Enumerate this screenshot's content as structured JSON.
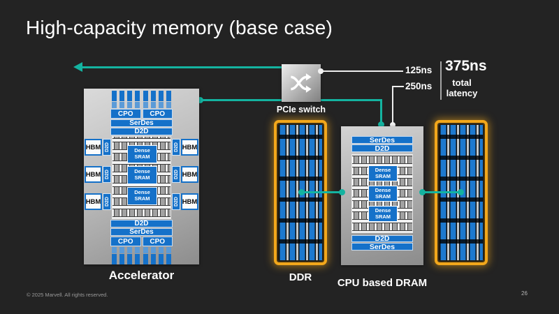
{
  "slide": {
    "title": "High-capacity memory (base case)",
    "footer": "© 2025 Marvell. All rights reserved.",
    "page_number": "26"
  },
  "colors": {
    "background": "#232323",
    "block_blue": "#1571C9",
    "accent_teal": "#14B3A0",
    "ddr_orange": "#F2A71B",
    "chip_grey": "#BDBDBD"
  },
  "pcie_switch": {
    "label": "PCIe switch",
    "icon": "shuffle-arrows-icon"
  },
  "latency": {
    "hop1_label": "125ns",
    "hop2_label": "250ns",
    "total_value": "375ns",
    "total_caption": "total latency"
  },
  "accelerator": {
    "label": "Accelerator",
    "cpo_label": "CPO",
    "serdes_label": "SerDes",
    "d2d_label": "D2D",
    "hbm_label": "HBM",
    "dense_sram_label": "Dense SRAM"
  },
  "ddr": {
    "label": "DDR"
  },
  "cpu_dram": {
    "label": "CPU based DRAM",
    "serdes_label": "SerDes",
    "d2d_label": "D2D",
    "dense_sram_label": "Dense SRAM"
  }
}
